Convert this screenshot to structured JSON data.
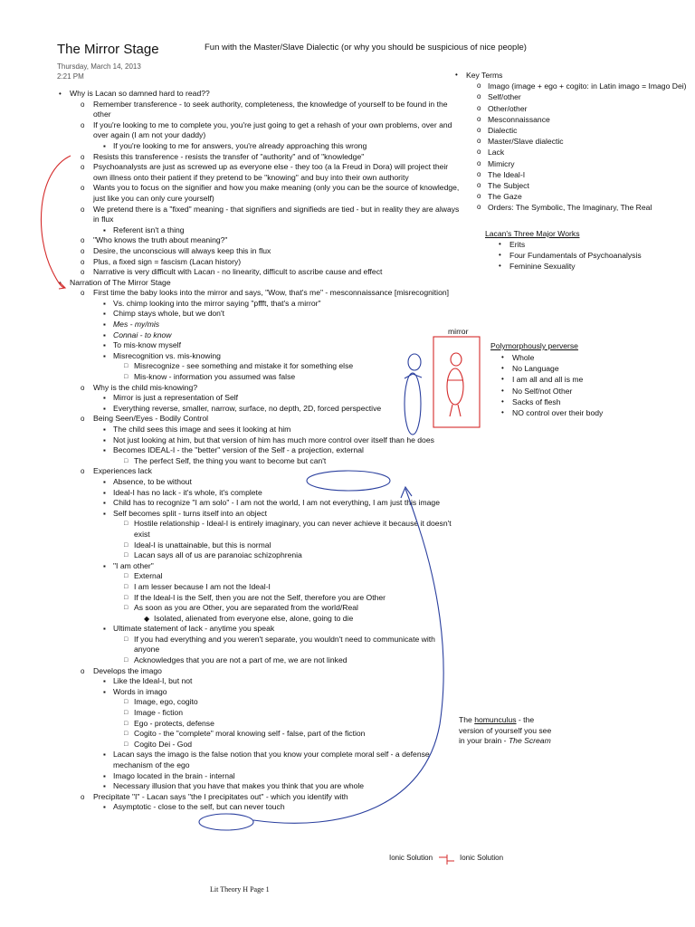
{
  "header": {
    "title": "The Mirror Stage",
    "subtitle": "Fun with the Master/Slave Dialectic (or why you should be suspicious of nice people)",
    "date": "Thursday, March 14, 2013",
    "time": "2:21 PM"
  },
  "notes": [
    {
      "level": 1,
      "text": "Why is Lacan so damned hard to read??"
    },
    {
      "level": 2,
      "text": "Remember transference - to seek authority, completeness, the knowledge of yourself to be found in the other"
    },
    {
      "level": 2,
      "text": "If you're looking to me to complete you, you're just going to get a rehash of your own problems, over and over again (I am not your daddy)"
    },
    {
      "level": 3,
      "text": "If you're looking to me for answers, you're already approaching this wrong"
    },
    {
      "level": 2,
      "text": "Resists this transference - resists the transfer of \"authority\" and of \"knowledge\""
    },
    {
      "level": 2,
      "text": "Psychoanalysts are just as screwed up as everyone else - they too (a la Freud in Dora) will project their own illness onto their patient if they pretend to be \"knowing\" and buy into their own authority"
    },
    {
      "level": 2,
      "text": "Wants you to focus on the signifier and how you make meaning (only you can be the source of knowledge, just like you can only cure yourself)"
    },
    {
      "level": 2,
      "text": "We pretend there is a \"fixed\" meaning - that signifiers and signifieds are tied - but in reality they are always in flux"
    },
    {
      "level": 3,
      "text": "Referent isn't a thing"
    },
    {
      "level": 2,
      "text": "\"Who knows the truth about meaning?\""
    },
    {
      "level": 2,
      "text": "Desire, the unconscious will always keep this in flux"
    },
    {
      "level": 2,
      "text": "Plus, a fixed sign = fascism (Lacan history)"
    },
    {
      "level": 2,
      "text": "Narrative is very difficult with Lacan - no linearity, difficult to ascribe cause and effect"
    },
    {
      "level": 1,
      "text": "Narration of The Mirror Stage"
    },
    {
      "level": 2,
      "text": "First time the baby looks into the mirror and says, \"Wow, that's me\" - mesconnaissance [misrecognition]"
    },
    {
      "level": 3,
      "text": "Vs. chimp looking into the mirror saying \"pffft, that's a mirror\""
    },
    {
      "level": 3,
      "text": "Chimp stays whole, but we don't"
    },
    {
      "level": 3,
      "text": "Mes - my/mis",
      "italic": true
    },
    {
      "level": 3,
      "text": "Connai - to know",
      "italic": true
    },
    {
      "level": 3,
      "text": "To mis-know myself"
    },
    {
      "level": 3,
      "text": "Misrecognition vs. mis-knowing"
    },
    {
      "level": 4,
      "text": "Misrecognize - see something and mistake it for something else"
    },
    {
      "level": 4,
      "text": "Mis-know - information you assumed was false"
    },
    {
      "level": 2,
      "text": "Why is the child mis-knowing?"
    },
    {
      "level": 3,
      "text": "Mirror is just a representation of Self"
    },
    {
      "level": 3,
      "text": "Everything reverse, smaller, narrow, surface, no depth, 2D, forced perspective"
    },
    {
      "level": 2,
      "text": "Being Seen/Eyes - Bodily Control"
    },
    {
      "level": 3,
      "text": "The child sees this image and sees it looking at him"
    },
    {
      "level": 3,
      "text": "Not just looking at him, but that version of him has much more control over itself than he does"
    },
    {
      "level": 3,
      "text": "Becomes IDEAL-I - the \"better\" version of the Self - a projection, external"
    },
    {
      "level": 4,
      "text": "The perfect Self, the thing you want to become but can't"
    },
    {
      "level": 2,
      "text": "Experiences lack"
    },
    {
      "level": 3,
      "text": "Absence, to be without"
    },
    {
      "level": 3,
      "text": "Ideal-I has no lack - it's whole, it's complete"
    },
    {
      "level": 3,
      "text": "Child has to recognize \"I am solo\" - I am not the world, I am not everything, I am just this image"
    },
    {
      "level": 3,
      "text": "Self becomes split - turns itself into an object"
    },
    {
      "level": 4,
      "text": "Hostile relationship - Ideal-I is entirely imaginary, you can never achieve it because it doesn't exist"
    },
    {
      "level": 4,
      "text": "Ideal-I is unattainable, but this is normal"
    },
    {
      "level": 4,
      "text": "Lacan says all of us are paranoiac schizophrenia"
    },
    {
      "level": 3,
      "text": "\"I am other\""
    },
    {
      "level": 4,
      "text": "External"
    },
    {
      "level": 4,
      "text": "I am lesser because I am not the Ideal-I"
    },
    {
      "level": 4,
      "text": "If the Ideal-I is the Self, then you are not the Self, therefore you are Other"
    },
    {
      "level": 4,
      "text": "As soon as you are Other, you are separated from the world/Real"
    },
    {
      "level": 5,
      "text": "Isolated, alienated from everyone else, alone, going to die"
    },
    {
      "level": 3,
      "text": "Ultimate statement of lack - anytime you speak"
    },
    {
      "level": 4,
      "text": "If you had everything and you weren't separate, you wouldn't need to communicate with anyone"
    },
    {
      "level": 4,
      "text": "Acknowledges that you are not a part of me, we are not linked"
    },
    {
      "level": 2,
      "text": "Develops the imago"
    },
    {
      "level": 3,
      "text": "Like the Ideal-I, but not"
    },
    {
      "level": 3,
      "text": "Words in imago"
    },
    {
      "level": 4,
      "text": "Image, ego, cogito"
    },
    {
      "level": 4,
      "text": "Image - fiction"
    },
    {
      "level": 4,
      "text": "Ego - protects, defense"
    },
    {
      "level": 4,
      "text": "Cogito - the \"complete\" moral knowing self - false, part of the fiction"
    },
    {
      "level": 4,
      "text": "Cogito Dei - God"
    },
    {
      "level": 3,
      "text": "Lacan says the imago is the false notion that you know your complete moral self - a defense mechanism of the ego"
    },
    {
      "level": 3,
      "text": "Imago located in the brain - internal"
    },
    {
      "level": 3,
      "text": "Necessary illusion that you have that makes you think that you are whole"
    },
    {
      "level": 2,
      "text": "Precipitate \"I\" - Lacan says \"the I precipitates out\" - which you identify with"
    },
    {
      "level": 3,
      "text": "Asymptotic - close to the self, but can never touch"
    }
  ],
  "key_terms": {
    "heading": "Key Terms",
    "items": [
      "Imago (image + ego + cogito: in Latin imago = Imago Dei)",
      "Self/other",
      "Other/other",
      "Mesconnaissance",
      "Dialectic",
      "Master/Slave dialectic",
      "Lack",
      "Mimicry",
      "The Ideal-I",
      "The Subject",
      "The Gaze",
      "Orders: The Symbolic, The Imaginary, The Real"
    ]
  },
  "major_works": {
    "heading": "Lacan's Three Major Works",
    "items": [
      "Erits",
      "Four Fundamentals of Psychoanalysis",
      "Feminine Sexuality"
    ]
  },
  "mirror_label": "mirror",
  "polymorphous": {
    "heading": "Polymorphously perverse",
    "items": [
      "Whole",
      "No Language",
      "I am all and all is me",
      "No Self/not Other",
      "Sacks of flesh",
      "NO control over their body"
    ]
  },
  "homunculus": {
    "prefix": "The ",
    "term": "homunculus",
    "rest": " - the version of yourself you see in your brain - ",
    "italic": "The Scream"
  },
  "ionic": {
    "left": "Ionic Solution",
    "right": "Ionic Solution"
  },
  "footer": "Lit Theory H Page 1",
  "colors": {
    "ink_blue": "#2a3f9e",
    "ink_red": "#d42a2a"
  }
}
